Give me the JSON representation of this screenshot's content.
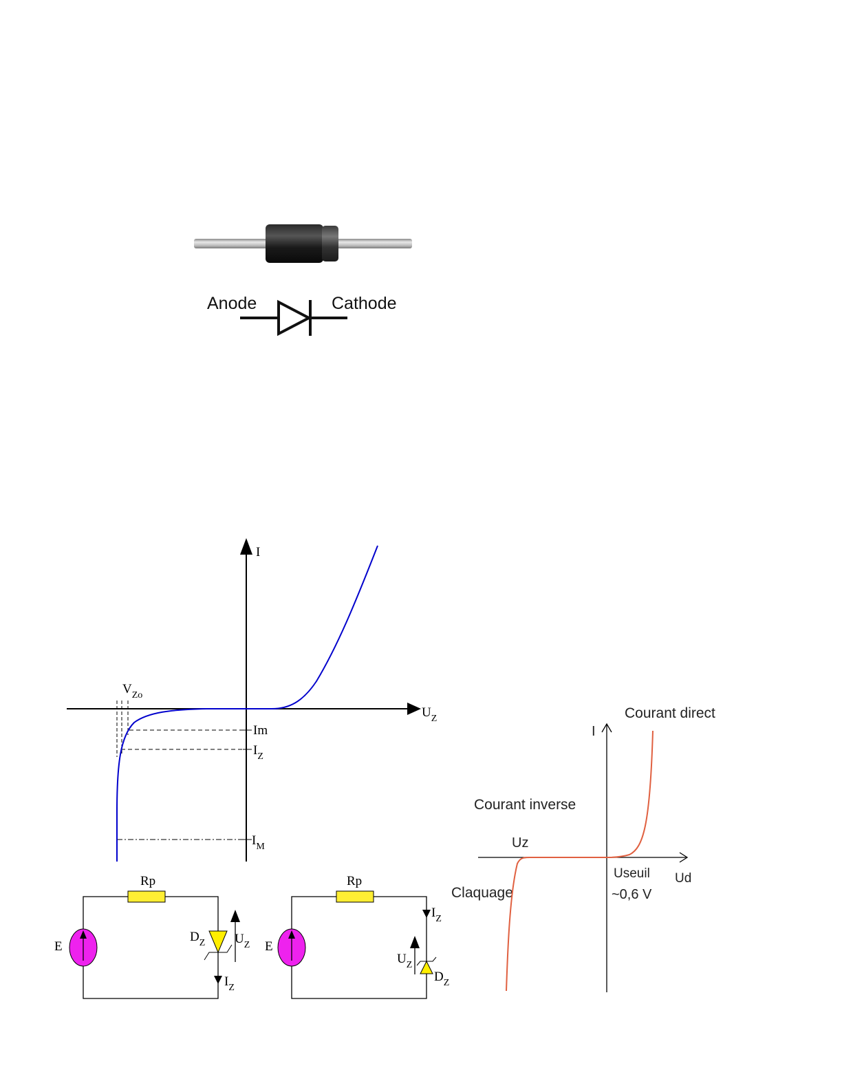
{
  "diode_photo": {
    "anode_label": "Anode",
    "cathode_label": "Cathode"
  },
  "zener_chart": {
    "current_axis": "I",
    "voltage_axis": "U",
    "voltage_axis_sub": "Z",
    "vzo_label": "V",
    "vzo_sub": "Zo",
    "im_label": "Im",
    "iz_label": "I",
    "iz_sub": "Z",
    "imax_label": "I",
    "imax_sub": "M",
    "curve_color": "#0000cc"
  },
  "circuit_1": {
    "resistor": "Rp",
    "source": "E",
    "diode": "D",
    "diode_sub": "Z",
    "voltage": "U",
    "voltage_sub": "Z",
    "current": "I",
    "current_sub": "Z"
  },
  "circuit_2": {
    "resistor": "Rp",
    "source": "E",
    "diode": "D",
    "diode_sub": "Z",
    "voltage": "U",
    "voltage_sub": "Z",
    "current": "I",
    "current_sub": "Z"
  },
  "diode_chart": {
    "current_axis": "I",
    "forward_label": "Courant direct",
    "reverse_label": "Courant inverse",
    "uz_label": "Uz",
    "breakdown_label": "Claquage",
    "threshold_label": "Useuil",
    "threshold_value": "~0,6 V",
    "voltage_axis": "Ud",
    "curve_color": "#e06040"
  },
  "colors": {
    "resistor": "#ffee33",
    "source": "#ee22ee",
    "diode_fill": "#ffee00"
  }
}
